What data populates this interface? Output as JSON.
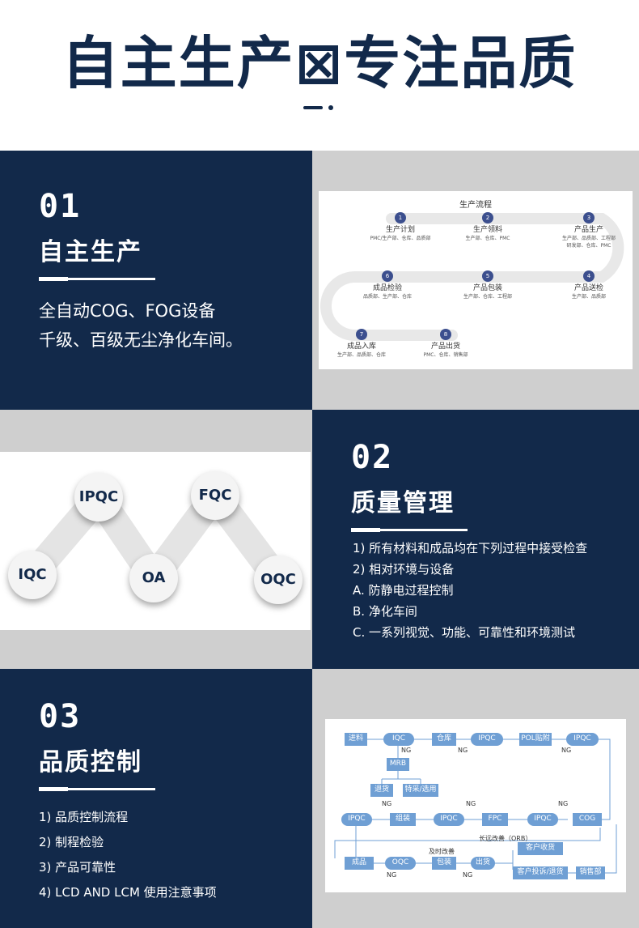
{
  "header": {
    "title": "自主生产⊠专注品质"
  },
  "section1": {
    "num": "01",
    "title": "自主生产",
    "lines": [
      "全自动COG、FOG设备",
      "千级、百级无尘净化车间。"
    ],
    "diagram": {
      "title": "生产流程",
      "steps": [
        {
          "n": "1",
          "label": "生产计划",
          "sub": "PMC/生产部、仓库、品质部"
        },
        {
          "n": "2",
          "label": "生产领料",
          "sub": "生产部、仓库、PMC"
        },
        {
          "n": "3",
          "label": "产品生产",
          "sub": "生产部、品质部、工程部",
          "sub2": "研发部、仓库、PMC"
        },
        {
          "n": "4",
          "label": "产品送检",
          "sub": "生产部、品质部"
        },
        {
          "n": "5",
          "label": "产品包装",
          "sub": "生产部、仓库、工程部"
        },
        {
          "n": "6",
          "label": "成品检验",
          "sub": "品质部、生产部、仓库"
        },
        {
          "n": "7",
          "label": "成品入库",
          "sub": "生产部、品质部、仓库"
        },
        {
          "n": "8",
          "label": "产品出货",
          "sub": "PMC、仓库、销售部"
        }
      ]
    }
  },
  "section2": {
    "num": "02",
    "title": "质量管理",
    "lines": [
      "1) 所有材料和成品均在下列过程中接受检查",
      "2) 相对环境与设备",
      "A. 防静电过程控制",
      "B. 净化车间",
      "C. 一系列视觉、功能、可靠性和环境测试"
    ],
    "nodes": [
      "IPQC",
      "FQC",
      "IQC",
      "OA",
      "OQC"
    ]
  },
  "section3": {
    "num": "03",
    "title": "品质控制",
    "lines": [
      "1) 品质控制流程",
      "2) 制程检验",
      "3) 产品可靠性",
      "4) LCD AND LCM 使用注意事项"
    ],
    "flow": {
      "row1": [
        "进料",
        "IQC",
        "仓库",
        "IPQC",
        "POL贴附",
        "IPQC"
      ],
      "mrb": "MRB",
      "mrb_out": [
        "退货",
        "特采/选用"
      ],
      "row2": [
        "IPQC",
        "组装",
        "IPQC",
        "FPC",
        "IPQC",
        "COG"
      ],
      "improve": "长远改善（ORB）",
      "row3": [
        "成品",
        "OQC",
        "包装",
        "出货"
      ],
      "customer": [
        "客户收货",
        "客户投诉/退货",
        "销售部"
      ],
      "ng": "NG",
      "timely": "及时改善"
    }
  }
}
